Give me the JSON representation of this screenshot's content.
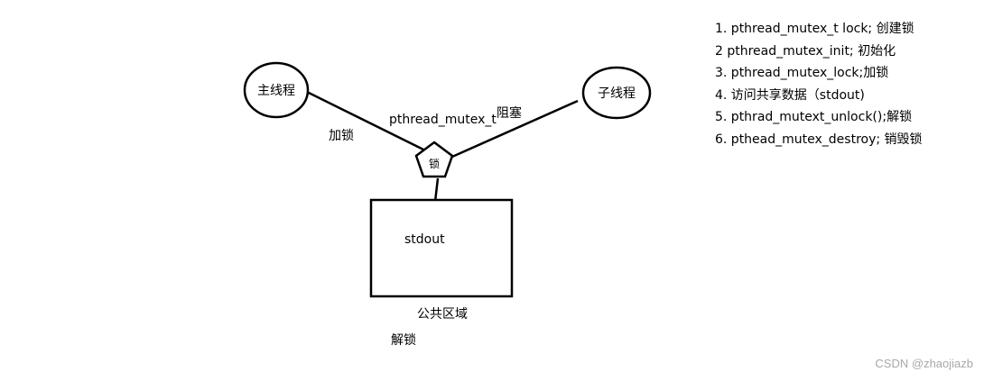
{
  "nodes": {
    "main_thread": "主线程",
    "child_thread": "子线程",
    "lock": "锁",
    "stdout": "stdout"
  },
  "labels": {
    "lock_action": "加锁",
    "mutex_type": "pthread_mutex_t",
    "blocked": "阻塞",
    "public_area": "公共区域",
    "unlock_action": "解锁"
  },
  "steps": [
    "1. pthread_mutex_t lock;  创建锁",
    "2  pthread_mutex_init; 初始化",
    "3. pthread_mutex_lock;加锁",
    "4. 访问共享数据（stdout)",
    "5. pthrad_mutext_unlock();解锁",
    "6. pthead_mutex_destroy;  销毁锁"
  ],
  "watermark": "CSDN @zhaojiazb"
}
